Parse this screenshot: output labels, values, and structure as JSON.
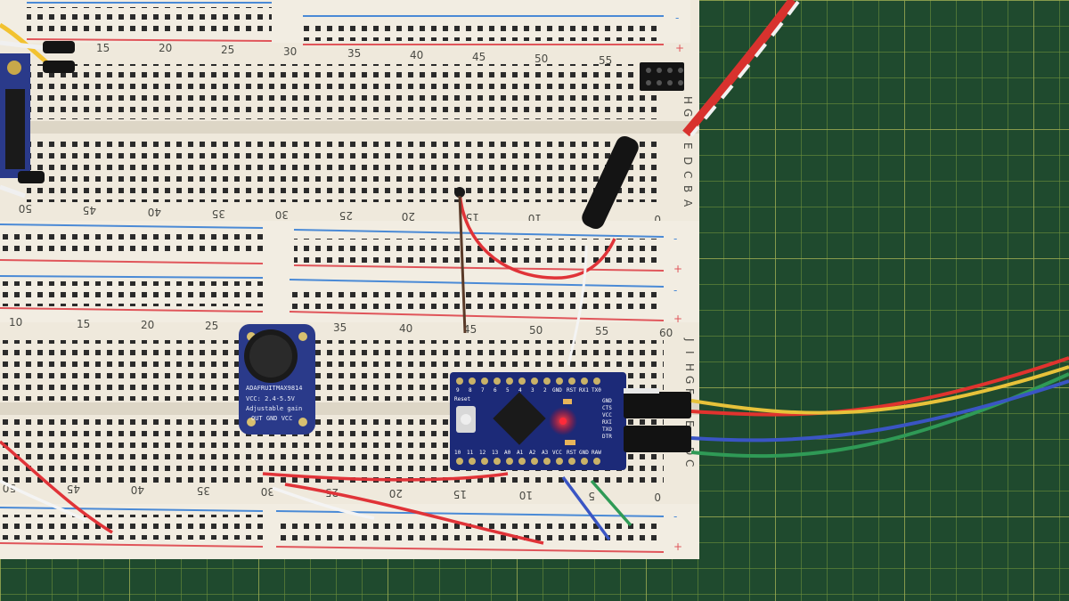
{
  "colors": {
    "mat_green": "#1f4a2e",
    "mat_grid": "#6b8e3a",
    "breadboard": "#efe9dc",
    "rail_red": "#e0555a",
    "rail_blue": "#4a8ad6",
    "pcb_blue": "#1c2a78",
    "led_red": "#ff2a3a",
    "mic_pcb": "#2a3a8a"
  },
  "upper_board": {
    "top_numbers": [
      "15",
      "20",
      "25",
      "30",
      "35",
      "40",
      "45",
      "50",
      "55"
    ],
    "bottom_numbers": [
      "50",
      "45",
      "40",
      "35",
      "30",
      "25",
      "20",
      "15",
      "10",
      "0"
    ],
    "row_letters_top": [
      "H",
      "G"
    ],
    "row_letters_mid": [
      "E",
      "D",
      "C",
      "B",
      "A"
    ],
    "rail_signs": [
      "+",
      "-"
    ]
  },
  "lower_board": {
    "top_numbers": [
      "10",
      "15",
      "20",
      "25",
      "35",
      "40",
      "45",
      "50",
      "55",
      "60"
    ],
    "bottom_numbers": [
      "50",
      "45",
      "40",
      "35",
      "30",
      "25",
      "20",
      "15",
      "10",
      "5",
      "0"
    ],
    "row_letters": [
      "J",
      "I",
      "H",
      "G",
      "F",
      "E",
      "D",
      "C"
    ],
    "rail_signs": [
      "+",
      "-"
    ]
  },
  "microphone_module": {
    "text_lines": [
      "ADAFRUIT",
      "MAX9814",
      "VCC: 2.4-5.5V",
      "Adjustable gain",
      "OUT GND VCC"
    ]
  },
  "pro_mini_board": {
    "top_pins": [
      "9",
      "8",
      "7",
      "6",
      "5",
      "4",
      "3",
      "2",
      "GND",
      "RST",
      "RX1",
      "TX0"
    ],
    "bottom_pins": [
      "10",
      "11",
      "12",
      "13",
      "A0",
      "A1",
      "A2",
      "A3",
      "VCC",
      "RST",
      "GND",
      "RAW"
    ],
    "side_pins": [
      "GND",
      "CTS",
      "VCC",
      "RXI",
      "TXO",
      "DTR"
    ],
    "reset_label": "Reset"
  }
}
